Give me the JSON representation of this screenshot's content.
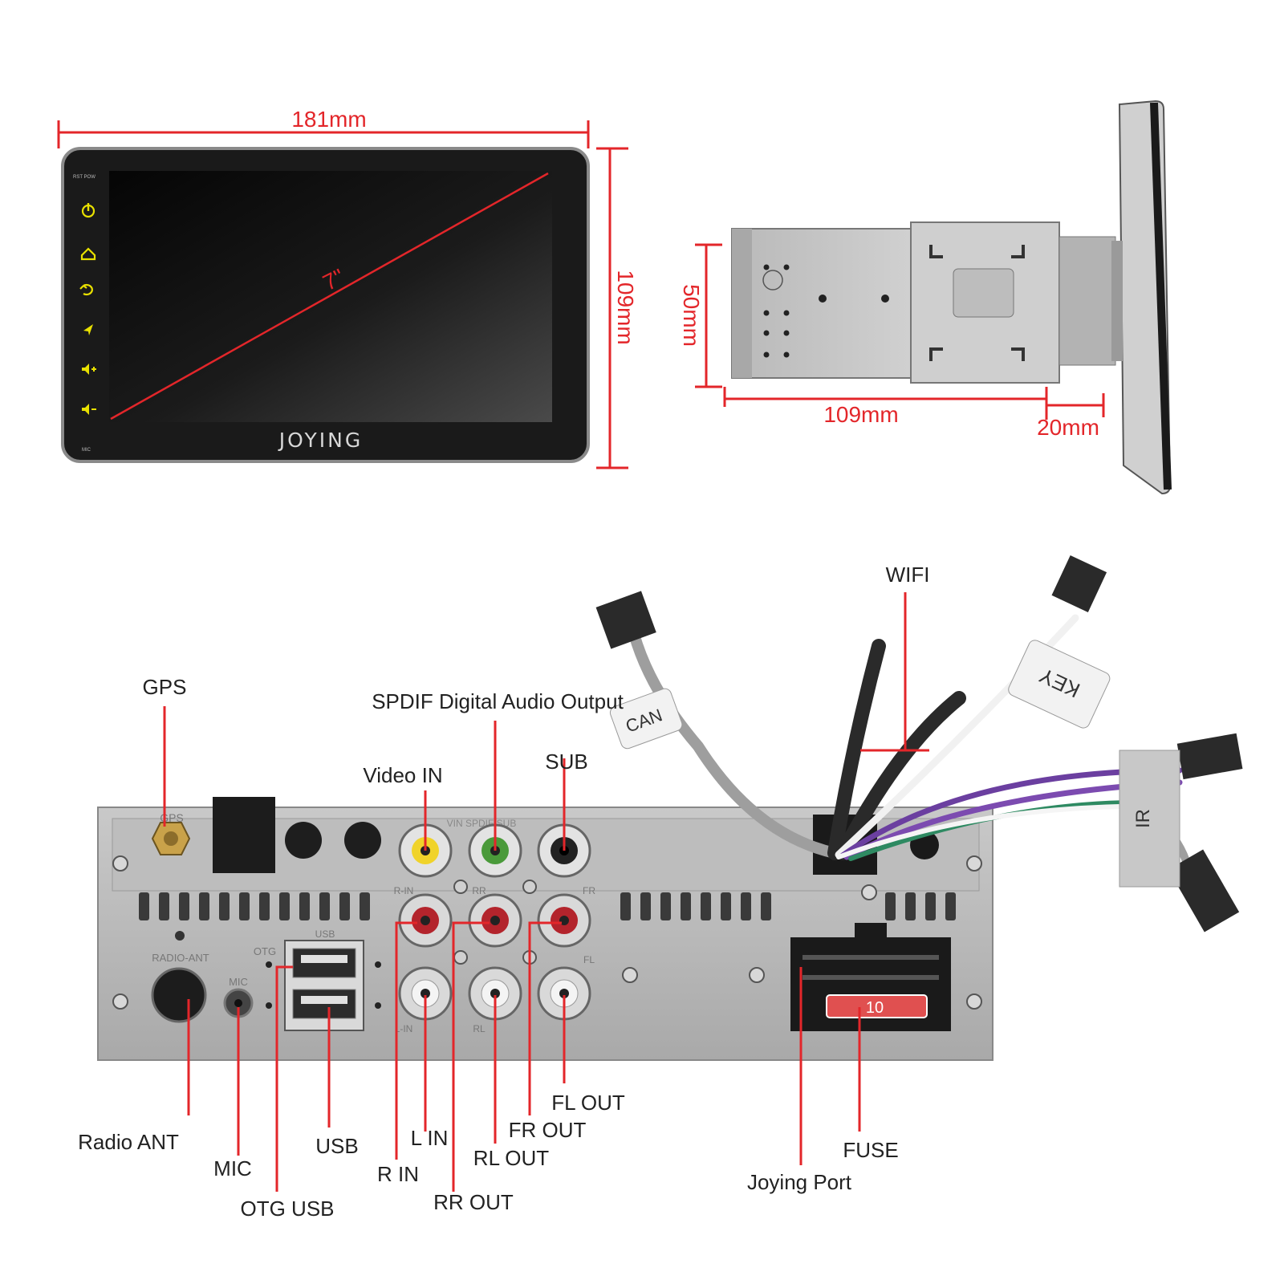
{
  "top": {
    "front": {
      "width_label": "181mm",
      "height_label": "109mm",
      "diagonal_label": "7\"",
      "brand": "JOYING",
      "corner_labels": {
        "top": "RST POW",
        "bottom": "MIC"
      },
      "icons": [
        "power-icon",
        "home-icon",
        "back-icon",
        "navigation-icon",
        "volume-up-icon",
        "volume-down-icon"
      ]
    },
    "side": {
      "height_label": "50mm",
      "depth_label": "109mm",
      "protrusion_label": "20mm"
    }
  },
  "rear": {
    "labels": {
      "gps": "GPS",
      "spdif": "SPDIF Digital Audio Output",
      "video_in": "Video IN",
      "sub": "SUB",
      "wifi": "WIFI",
      "radio_ant": "Radio ANT",
      "mic": "MIC",
      "usb": "USB",
      "otg_usb": "OTG USB",
      "l_in": "L IN",
      "r_in": "R IN",
      "rr_out": "RR OUT",
      "rl_out": "RL OUT",
      "fr_out": "FR OUT",
      "fl_out": "FL OUT",
      "fuse": "FUSE",
      "joying_port": "Joying Port"
    },
    "panel_print": {
      "gps": "GPS",
      "radio_ant": "RADIO-ANT",
      "otg": "OTG",
      "usb": "USB",
      "mic": "MIC",
      "rca_row": "VIN   SPDIF   SUB",
      "rin": "R-IN",
      "rr": "RR",
      "fr": "FR",
      "lin": "L-IN",
      "rl": "RL",
      "fl": "FL",
      "fuse_value": "10"
    },
    "cable_tags": {
      "can": "CAN",
      "key": "KEY",
      "ir": "IR"
    }
  }
}
